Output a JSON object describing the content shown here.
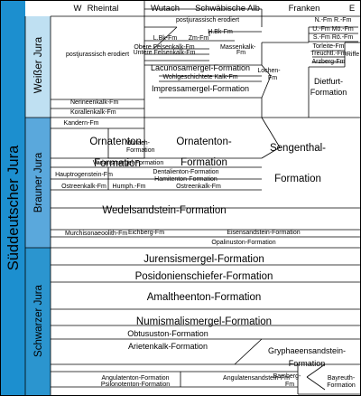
{
  "header": {
    "west": "W",
    "east": "E",
    "regions": [
      "Rheintal",
      "Wutach",
      "Schwäbische Alb",
      "Franken"
    ]
  },
  "super_label": "Süddeutscher Jura",
  "series": [
    {
      "name": "Weißer Jura",
      "color": "#bfe0f2"
    },
    {
      "name": "Brauner Jura",
      "color": "#5aa8dc"
    },
    {
      "name": "Schwarzer Jura",
      "color": "#2b95cf"
    }
  ],
  "super_color": "#1c8fcf",
  "formations": [
    {
      "text": "postjurassisch erodiert"
    },
    {
      "text": "H.Bk-Fm"
    },
    {
      "text": "L.Bk-Fm"
    },
    {
      "text": "Zm-Fm"
    },
    {
      "text": "postjurassisch erodiert"
    },
    {
      "text": "Obere Felsenkalk-Fm"
    },
    {
      "text": "Massenkalk-"
    },
    {
      "text": "Fm"
    },
    {
      "text": "Untere Felsenkalk-Fm"
    },
    {
      "text": "Lacunosamergel-Formation"
    },
    {
      "text": "Nerineenkalk-Fm"
    },
    {
      "text": "Wohlgeschichtete Kalk-Fm"
    },
    {
      "text": "Lochen-"
    },
    {
      "text": "Fm"
    },
    {
      "text": "Impressamergel-Formation"
    },
    {
      "text": "Korallenkalk-Fm"
    },
    {
      "text": "N.-Fm R.-Fm"
    },
    {
      "text": "U.-Fm Mö.-Fm"
    },
    {
      "text": "S.-Fm Rö.-Fm"
    },
    {
      "text": "Torleite-Fm"
    },
    {
      "text": "Treuchtl.-Fm"
    },
    {
      "text": "Riffe"
    },
    {
      "text": "Arzberg-Fm"
    },
    {
      "text": "Dietfurt-"
    },
    {
      "text": "Formation"
    },
    {
      "text": "Kandern-Fm"
    },
    {
      "text": "Ornatenton-"
    },
    {
      "text": "Formation"
    },
    {
      "text": "Wutach-"
    },
    {
      "text": "Formation"
    },
    {
      "text": "Ornatenton-"
    },
    {
      "text": "Formation"
    },
    {
      "text": "Sengenthal-"
    },
    {
      "text": "Formation"
    },
    {
      "text": "Variansmergel-Formation"
    },
    {
      "text": "Dentalienton-Formation"
    },
    {
      "text": "Hauptrogenstein-Fm"
    },
    {
      "text": "Hamitenton-Formation"
    },
    {
      "text": "Ostreenkalk-Fm"
    },
    {
      "text": "Humph.-Fm"
    },
    {
      "text": "Ostreenkalk-Fm"
    },
    {
      "text": "Wedelsandstein-Formation"
    },
    {
      "text": "Murchisonaeoolith-Fm"
    },
    {
      "text": "Eichberg-Fm"
    },
    {
      "text": "Eisensandstein-Formation"
    },
    {
      "text": "Opalinuston-Formation"
    },
    {
      "text": "Jurensismergel-Formation"
    },
    {
      "text": "Posidonienschiefer-Formation"
    },
    {
      "text": "Amaltheenton-Formation"
    },
    {
      "text": "Numismalismergel-Formation"
    },
    {
      "text": "Obtususton-Formation"
    },
    {
      "text": "Gryphaeensandstein-"
    },
    {
      "text": "Arietenkalk-Formation"
    },
    {
      "text": "Formation"
    },
    {
      "text": "Angulatenton-Formation"
    },
    {
      "text": "Angulatensandstein-Fm"
    },
    {
      "text": "Bamberg-"
    },
    {
      "text": "Fm"
    },
    {
      "text": "Bayreuth-"
    },
    {
      "text": "Formation"
    },
    {
      "text": "Psilonotenton-Formation"
    }
  ]
}
